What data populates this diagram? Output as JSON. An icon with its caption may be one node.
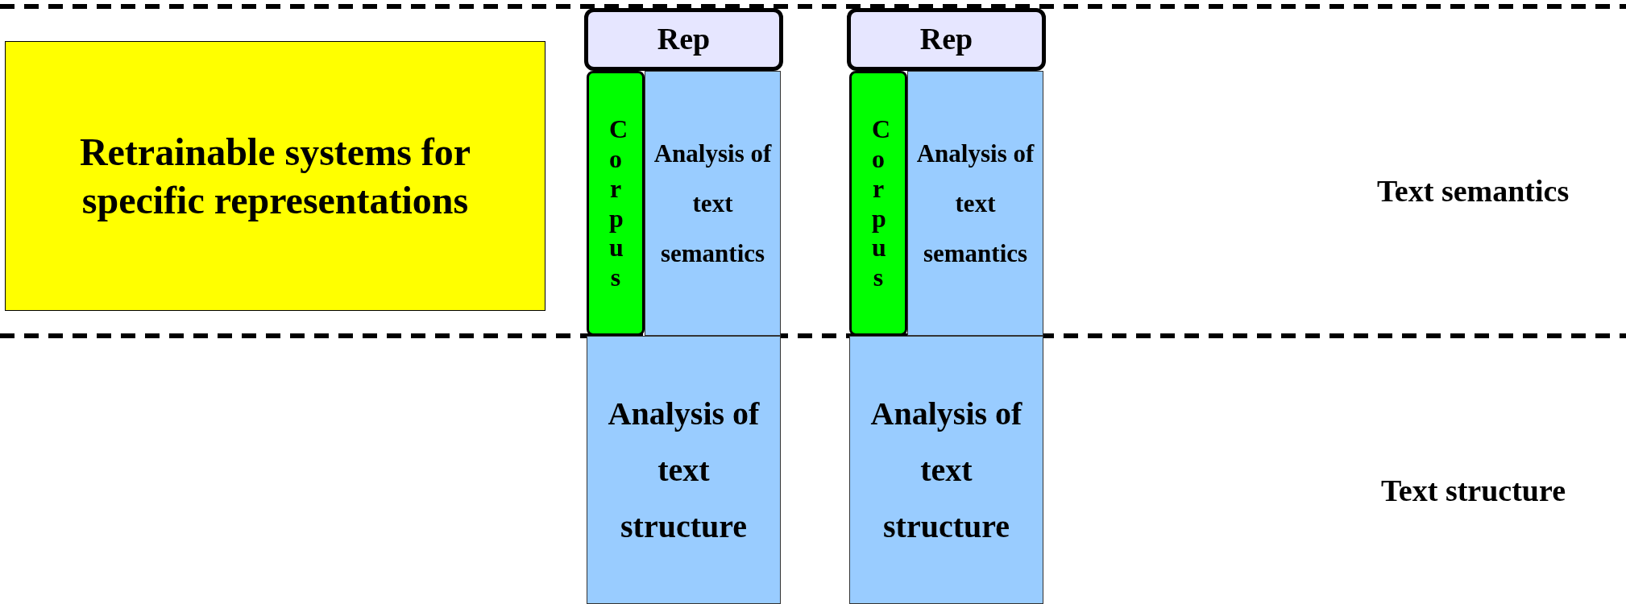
{
  "diagram": {
    "nodes": [
      {
        "text": [
          "Retrainable systems for specific representations"
        ]
      },
      {
        "text": [
          "Rep"
        ]
      },
      {
        "text": [
          "Corpus"
        ]
      },
      {
        "text": [
          "Analysis of text semantics"
        ]
      },
      {
        "text": [
          "Rep"
        ]
      },
      {
        "text": [
          "Corpus"
        ]
      },
      {
        "text": [
          "Analysis of text semantics"
        ]
      },
      {
        "text": [
          "Analysis of text structure"
        ]
      },
      {
        "text": [
          "Analysis of text structure"
        ]
      }
    ],
    "edges": [],
    "labels": [
      "Text semantics",
      "Text structure"
    ]
  }
}
